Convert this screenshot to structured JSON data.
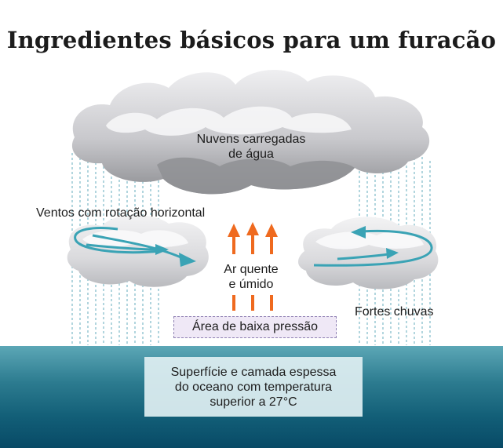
{
  "title": "Ingredientes básicos para um furacão",
  "labels": {
    "clouds": [
      "Nuvens carregadas",
      "de água"
    ],
    "winds": "Ventos com rotação horizontal",
    "air": [
      "Ar quente",
      "e úmido"
    ],
    "rain": "Fortes chuvas",
    "low_pressure": "Área de baixa pressão",
    "ocean": [
      "Superfície e camada espessa",
      "do oceano com temperatura",
      "superior a 27°C"
    ]
  },
  "colors": {
    "wind_arrow": "#3aa3b5",
    "air_arrow": "#ef6a1f",
    "rain": "#9ecbd6",
    "cloud_light": "#e8e8ea",
    "cloud_dark": "#8f9094",
    "low_pressure_fill": "#efe8f6",
    "low_pressure_border": "#8e80b2",
    "ocean": "#1b6a82"
  }
}
